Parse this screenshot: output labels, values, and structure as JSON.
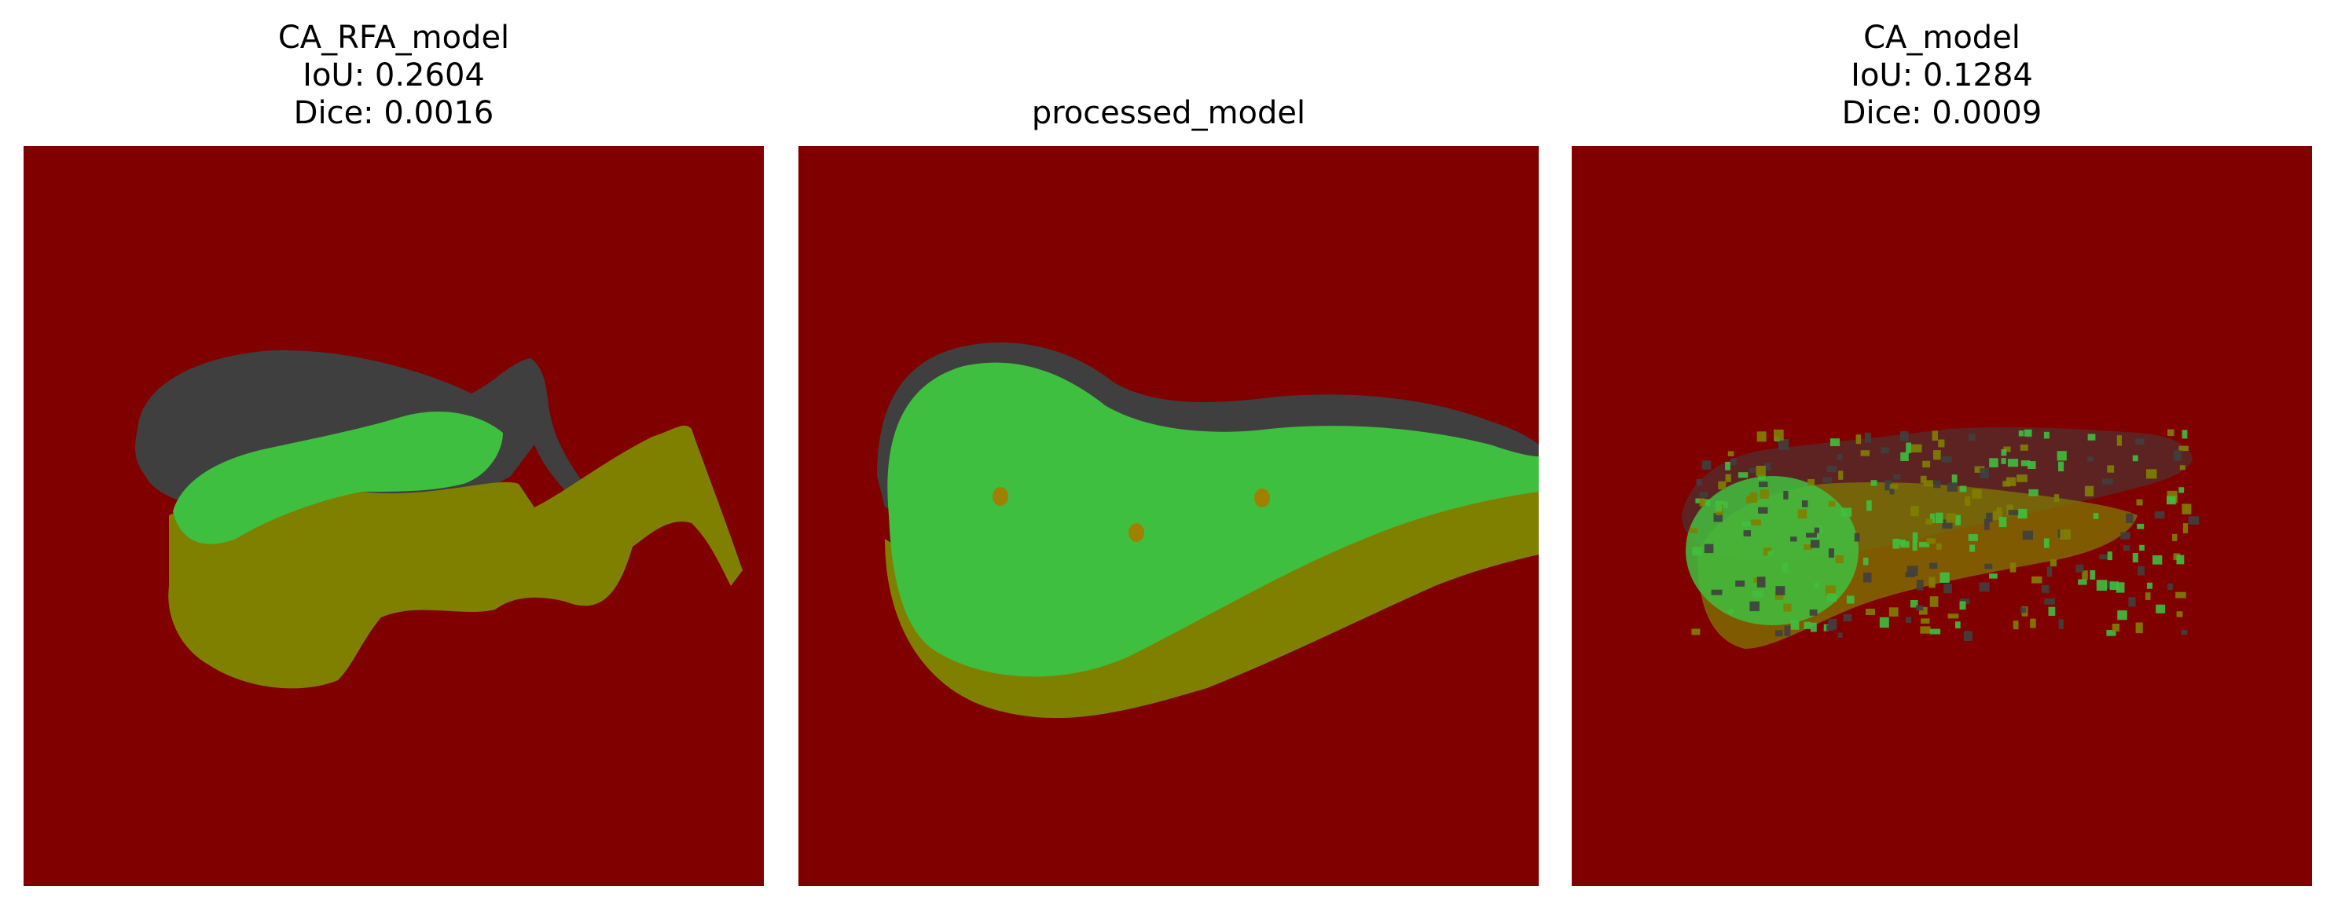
{
  "colors": {
    "background": "#800000",
    "overlap": "#3FBF3F",
    "ground_truth_only": "#808000",
    "prediction_only": "#3F3F3F",
    "lesion_speckle": "#A08000"
  },
  "panels": [
    {
      "title": "CA_RFA_model",
      "iou": "IoU: 0.2604",
      "dice": "Dice: 0.0016"
    },
    {
      "title": "processed_model"
    },
    {
      "title": "CA_model",
      "iou": "IoU: 0.1284",
      "dice": "Dice: 0.0009"
    }
  ]
}
